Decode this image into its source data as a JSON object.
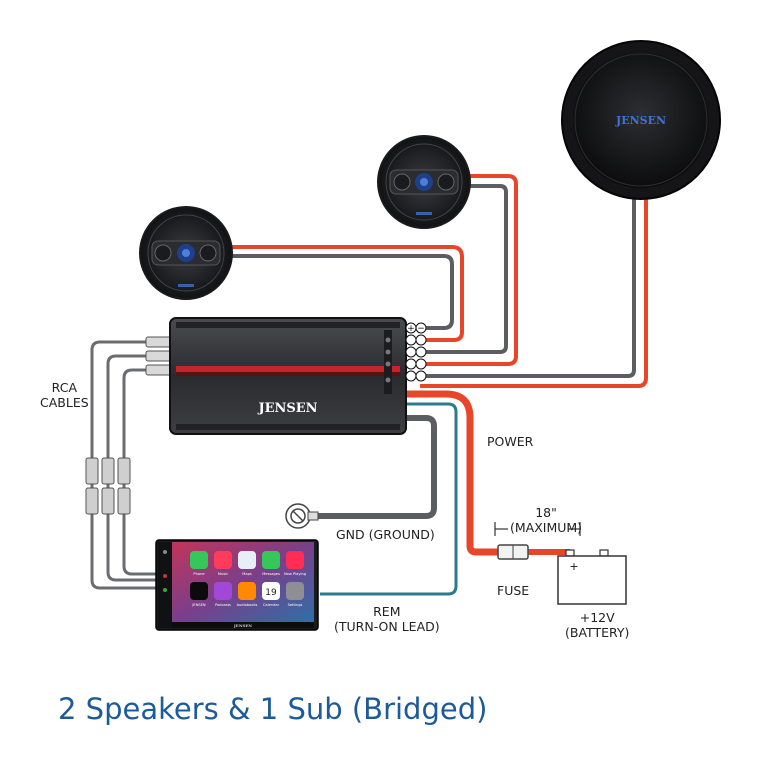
{
  "title": "2 Speakers & 1 Sub (Bridged)",
  "labels": {
    "rca_line1": "RCA",
    "rca_line2": "CABLES",
    "power": "POWER",
    "gnd": "GND (GROUND)",
    "rem_line1": "REM",
    "rem_line2": "(TURN-ON LEAD)",
    "distance_line1": "18\"",
    "distance_line2": "(MAXIMUM)",
    "fuse": "FUSE",
    "battery_line1": "+12V",
    "battery_line2": "(BATTERY)"
  },
  "branding": {
    "amp_brand": "JENSEN",
    "sub_brand": "JENSEN",
    "head_unit_brand": "JENSEN"
  },
  "terminal_symbols": [
    "+",
    "−"
  ],
  "battery_symbols": [
    "+",
    "−"
  ],
  "head_unit": {
    "app_labels": [
      "Phone",
      "Music",
      "Maps",
      "Messages",
      "Now Playing",
      "JENSEN",
      "Podcasts",
      "Audiobooks",
      "Calendar",
      "Settings"
    ],
    "calendar_date": "19"
  },
  "colors": {
    "power_wire": "#e8462a",
    "ground_wire": "#5b5d60",
    "rem_wire": "#2b7b8c",
    "title": "#1d5a9a"
  }
}
